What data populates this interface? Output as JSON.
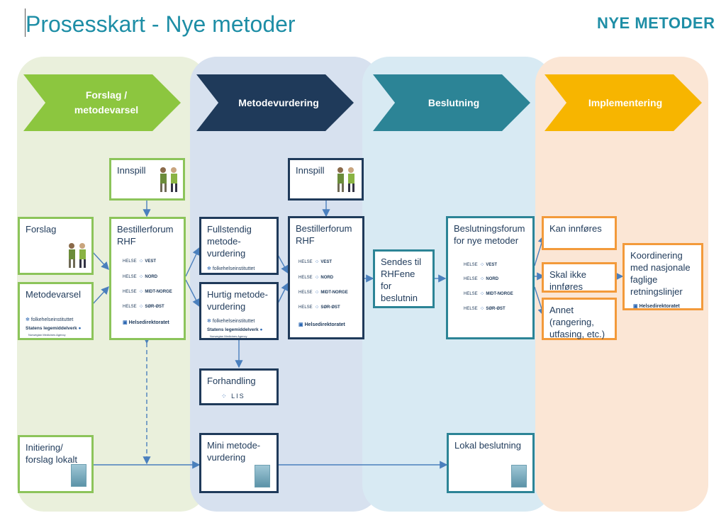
{
  "header": {
    "title": "Prosesskart - Nye metoder",
    "brand": "NYE METODER"
  },
  "colors": {
    "lane_forslag": "#eaf0dc",
    "lane_metode": "#d7e1ef",
    "lane_beslutning": "#d8eaf3",
    "lane_implementering": "#fbe6d5",
    "chevron_forslag": "#8cc63f",
    "chevron_metode": "#1f3a5a",
    "chevron_beslutning": "#2c8496",
    "chevron_implementering": "#f7b500"
  },
  "phases": [
    {
      "label": "Forslag /\nmetodevarsel"
    },
    {
      "label": "Metodevurdering"
    },
    {
      "label": "Beslutning"
    },
    {
      "label": "Implementering"
    }
  ],
  "boxes": {
    "innspill_1": "Innspill",
    "innspill_2": "Innspill",
    "forslag": "Forslag",
    "metodevarsel": "Metodevarsel",
    "bestillerforum_1": "Bestillerforum\nRHF",
    "bestillerforum_2": "Bestillerforum\nRHF",
    "fullstendig": "Fullstendig\nmetode-\nvurdering",
    "hurtig": "Hurtig metode-\nvurdering",
    "forhandling": "Forhandling",
    "sendes": "Sendes til\nRHFene\nfor\nbeslutnin",
    "beslutningsforum": "Beslutningsforum\nfor nye metoder",
    "kan_innfores": "Kan innføres",
    "skal_ikke": "Skal ikke\ninnføres",
    "annet": "Annet\n(rangering,\nutfasing, etc.)",
    "koordinering": "Koordinering\nmed nasjonale\nfaglige\nretningslinjer",
    "initiering": "Initiering/\nforslag lokalt",
    "mini": "Mini metode-\nvurdering",
    "lokal": "Lokal beslutning"
  },
  "logos": {
    "helse_prefix": "HELSE",
    "helse_regions": [
      "VEST",
      "NORD",
      "MIDT-NORGE",
      "SØR-ØST"
    ],
    "helsedirektoratet": "Helsedirektoratet",
    "fhi": "folkehelseinstituttet",
    "slv": "Statens legemiddelverk",
    "slv_sub": "Norwegian Medicines Agency",
    "lis": "LIS"
  }
}
